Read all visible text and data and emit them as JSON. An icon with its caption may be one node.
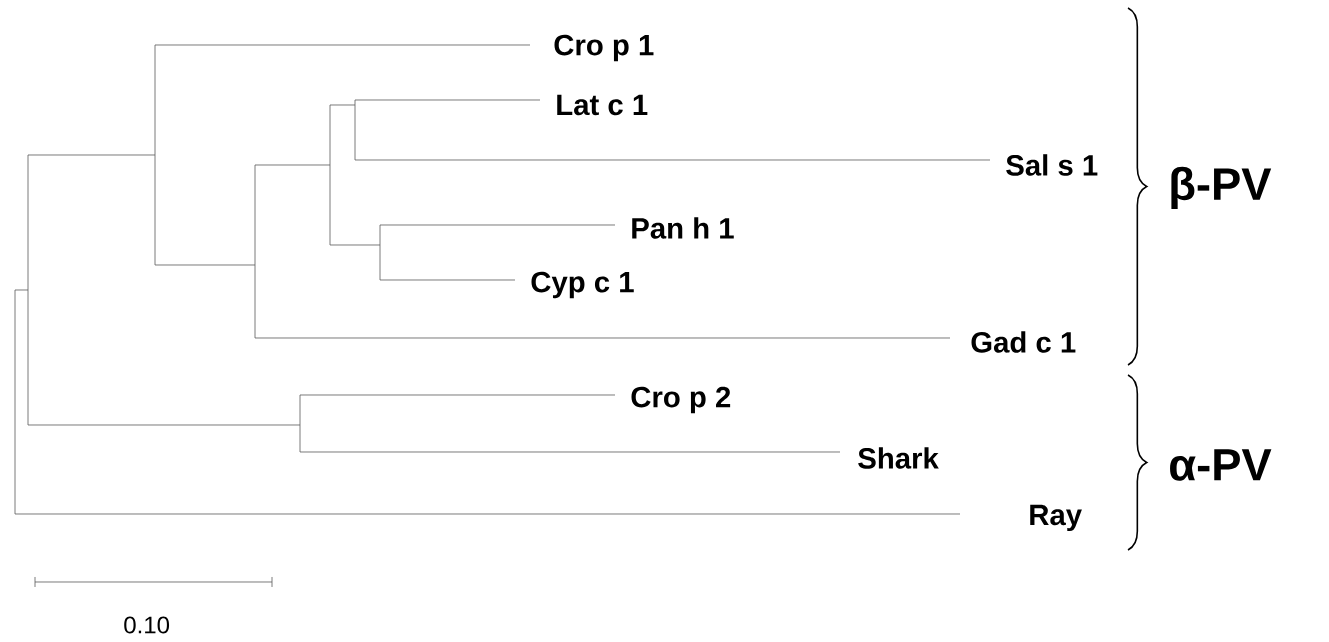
{
  "diagram": {
    "labels": [
      "Cro p 1",
      "Lat c 1",
      "Sal s 1",
      "Pan h 1",
      "Cyp c 1",
      "Gad c 1",
      "Cro p 2",
      "Shark",
      "Ray",
      "β-PV",
      "α-PV",
      "0.10"
    ]
  }
}
